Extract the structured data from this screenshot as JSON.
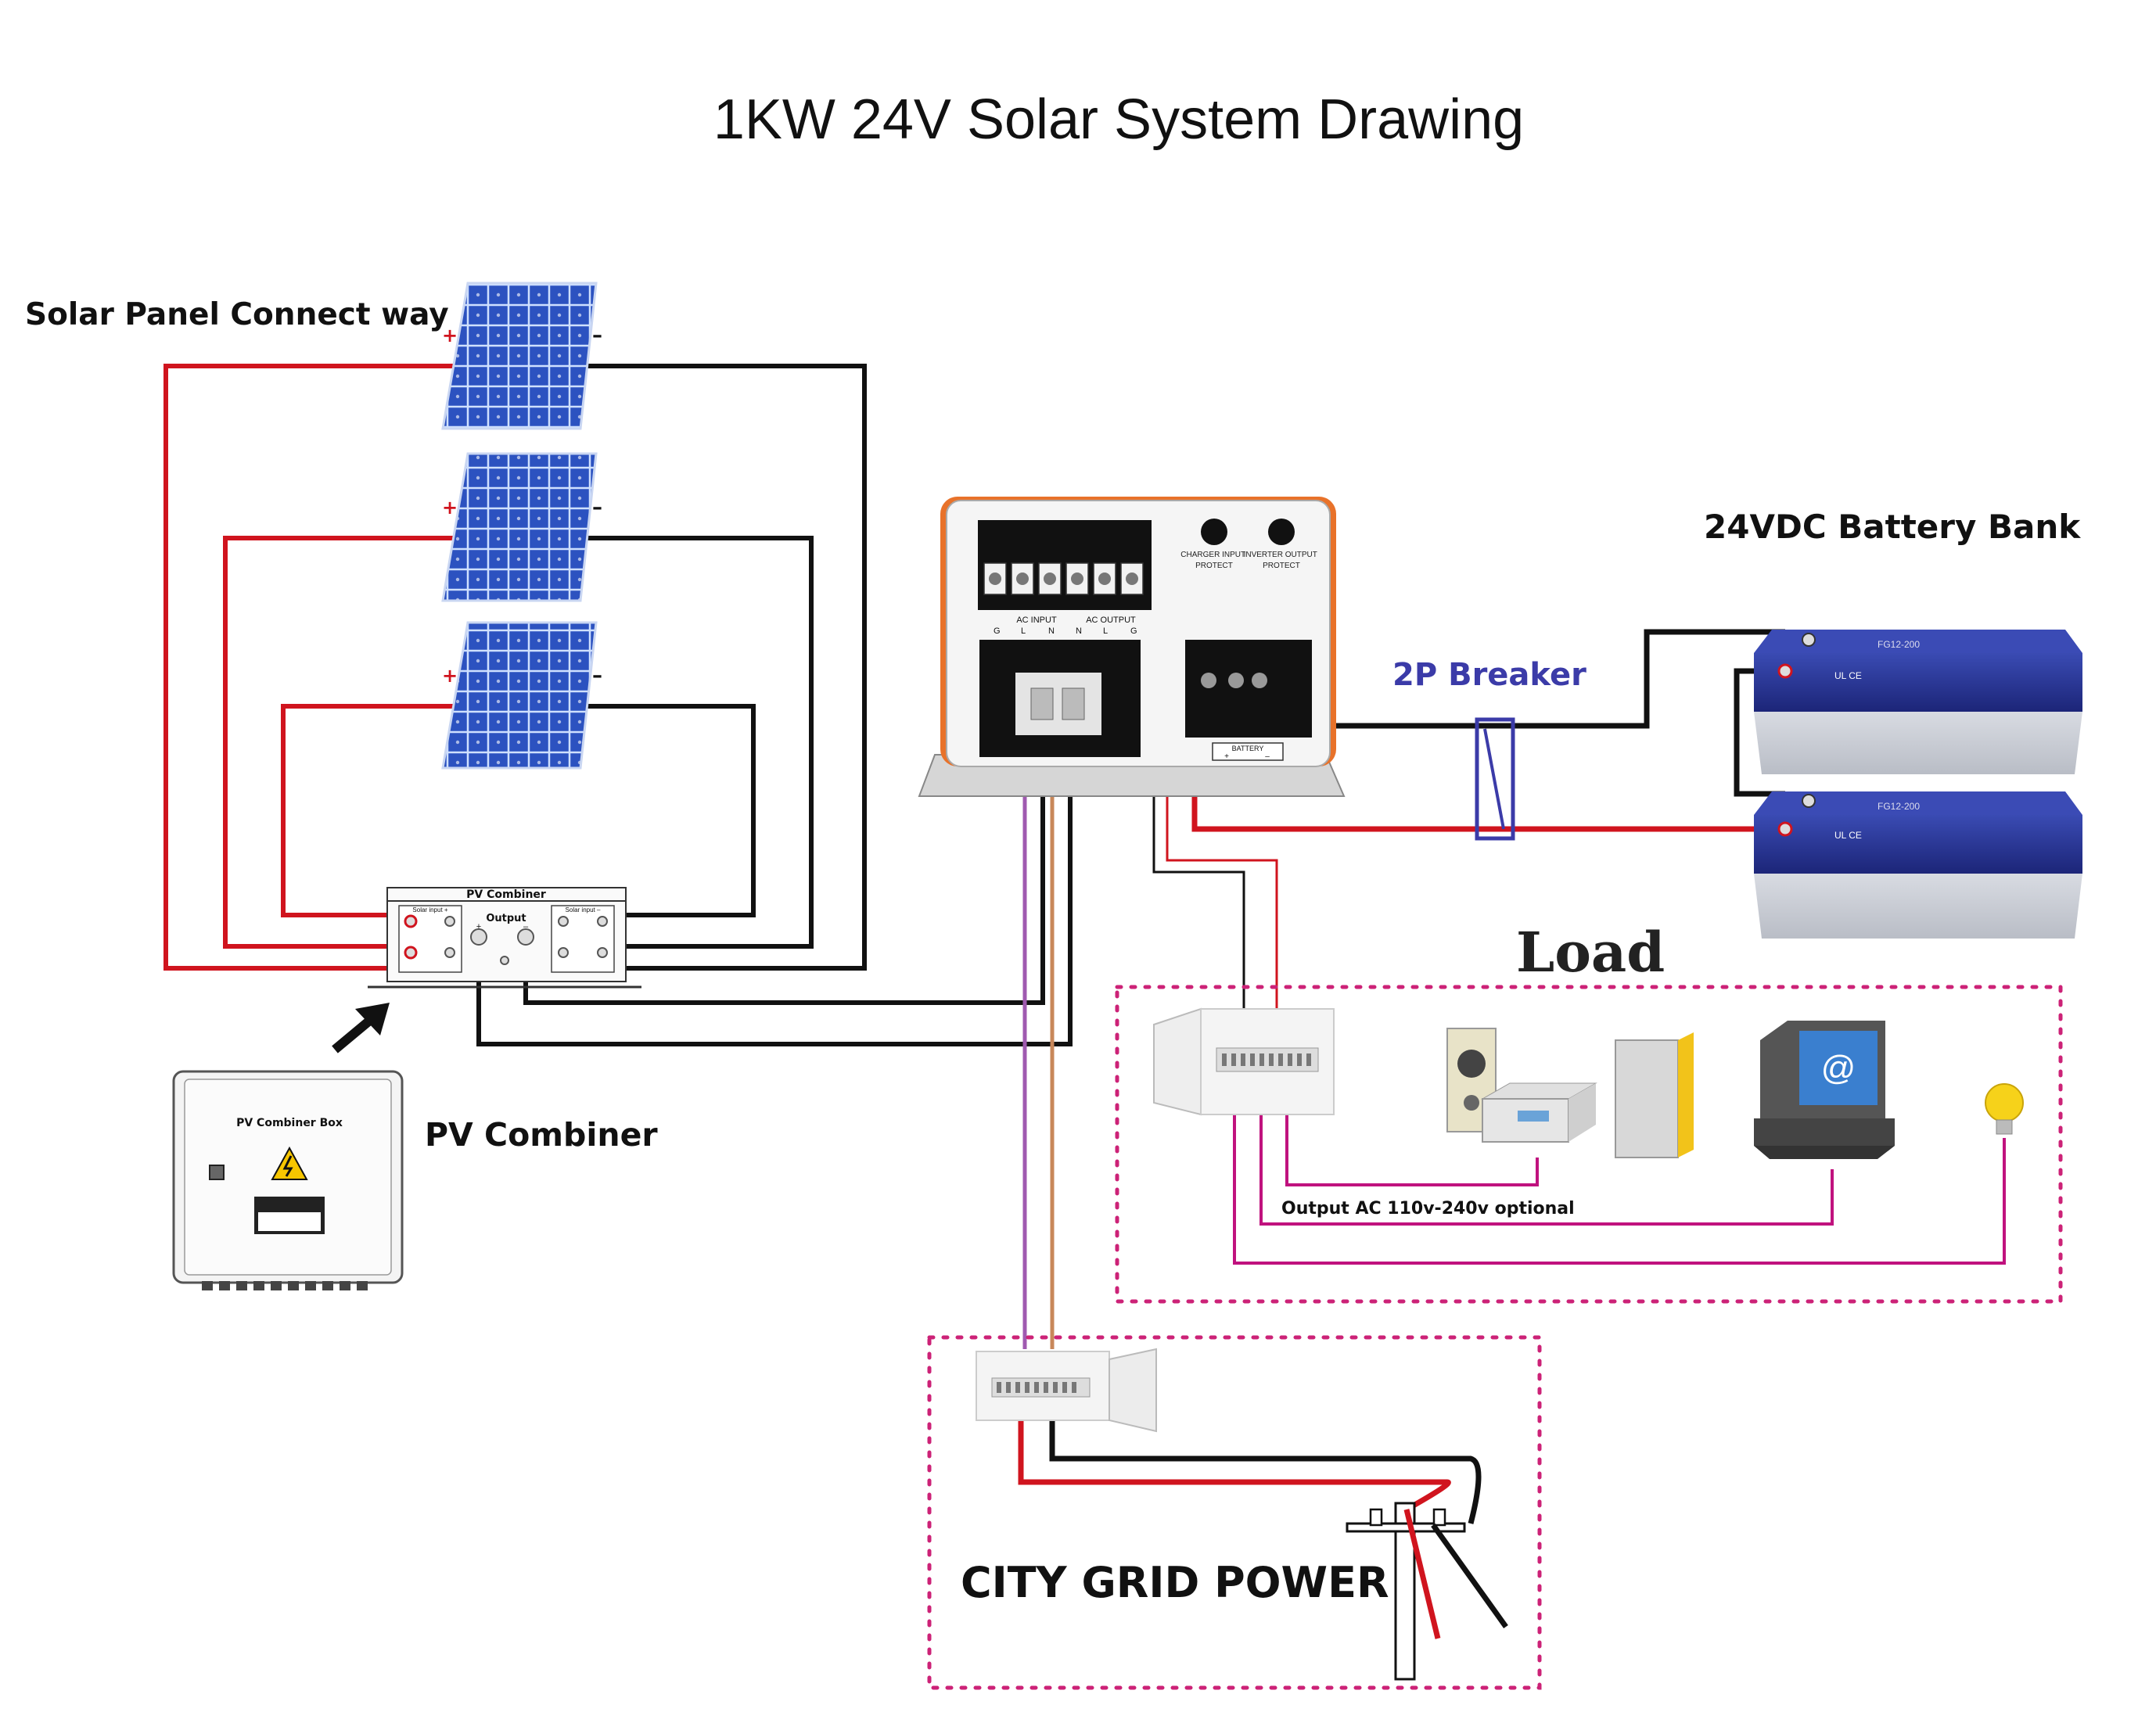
{
  "title": "1KW 24V Solar System Drawing",
  "labels": {
    "solar_panel": "Solar Panel Connect way",
    "pv_combiner": "PV Combiner",
    "battery_bank": "24VDC Battery Bank",
    "breaker": "2P Breaker",
    "load": "Load",
    "output_ac": "Output  AC 110v-240v optional",
    "city_grid": "CITY GRID POWER"
  },
  "panel_polarity": {
    "plus": "+",
    "minus": "–"
  },
  "combiner": {
    "header": "PV Combiner",
    "output": "Output",
    "solar_input_plus": "Solar input  +",
    "solar_input_minus": "Solar input  –",
    "out_plus": "+",
    "out_minus": "–"
  },
  "combiner_box": {
    "label": "PV Combiner Box"
  },
  "inverter": {
    "charger_protect": [
      "CHARGER INPUT",
      "PROTECT"
    ],
    "inverter_protect": [
      "INVERTER OUTPUT",
      "PROTECT"
    ],
    "ac_input": "AC INPUT",
    "ac_output": "AC OUTPUT",
    "terminals": [
      "G",
      "L",
      "N",
      "N",
      "L",
      "G"
    ],
    "battery": "BATTERY",
    "bat_plus": "+",
    "bat_minus": "–"
  },
  "battery_unit": {
    "model": "FG12-200",
    "ce": "UL CE"
  },
  "colors": {
    "red_wire": "#d0141e",
    "black_wire": "#111111",
    "purple_wire": "#a05ab0",
    "brown_wire": "#c8875a",
    "magenta_wire": "#c0127e",
    "dotted_border": "#cc2277",
    "breaker_blue": "#3b3ba8",
    "inverter_orange": "#e8722a",
    "battery_blue": "#23308c",
    "panel_blue": "#2d4fb8"
  },
  "icons": [
    "solar-panel-icon",
    "warning-icon",
    "computer-icon",
    "light-bulb-icon",
    "speaker-icon",
    "stereo-icon",
    "utility-pole-icon"
  ]
}
